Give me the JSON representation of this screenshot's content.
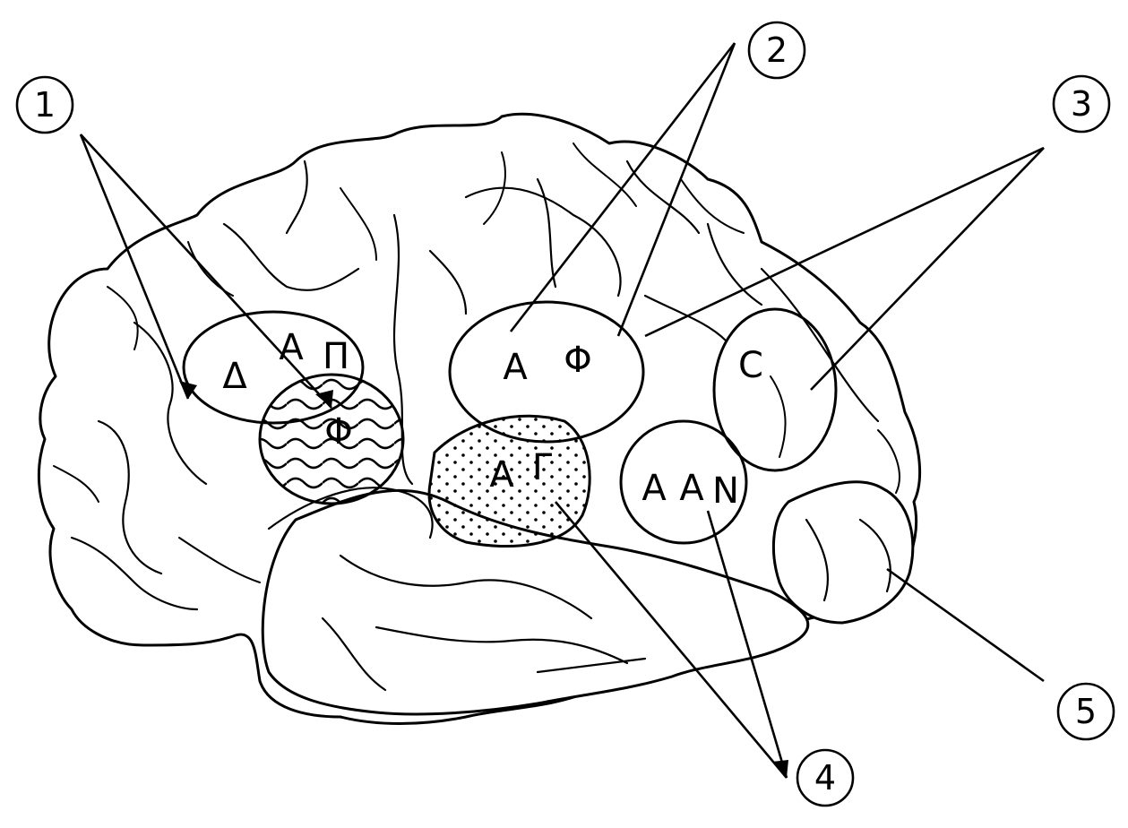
{
  "callouts": [
    {
      "id": "1",
      "text": "1"
    },
    {
      "id": "2",
      "text": "2"
    },
    {
      "id": "3",
      "text": "3"
    },
    {
      "id": "4",
      "text": "4"
    },
    {
      "id": "5",
      "text": "5"
    }
  ],
  "areas": [
    {
      "id": "frontal-grid",
      "letters": [
        "Δ",
        "A",
        "Π"
      ]
    },
    {
      "id": "frontal-wavy",
      "letters": [
        "Φ"
      ]
    },
    {
      "id": "parietal",
      "letters": [
        "A",
        "Φ"
      ]
    },
    {
      "id": "temporal",
      "letters": [
        "A",
        "Γ"
      ]
    },
    {
      "id": "occipital",
      "letters": [
        "C"
      ]
    },
    {
      "id": "temporo-occipital",
      "letters": [
        "A",
        "A",
        "N"
      ]
    }
  ]
}
